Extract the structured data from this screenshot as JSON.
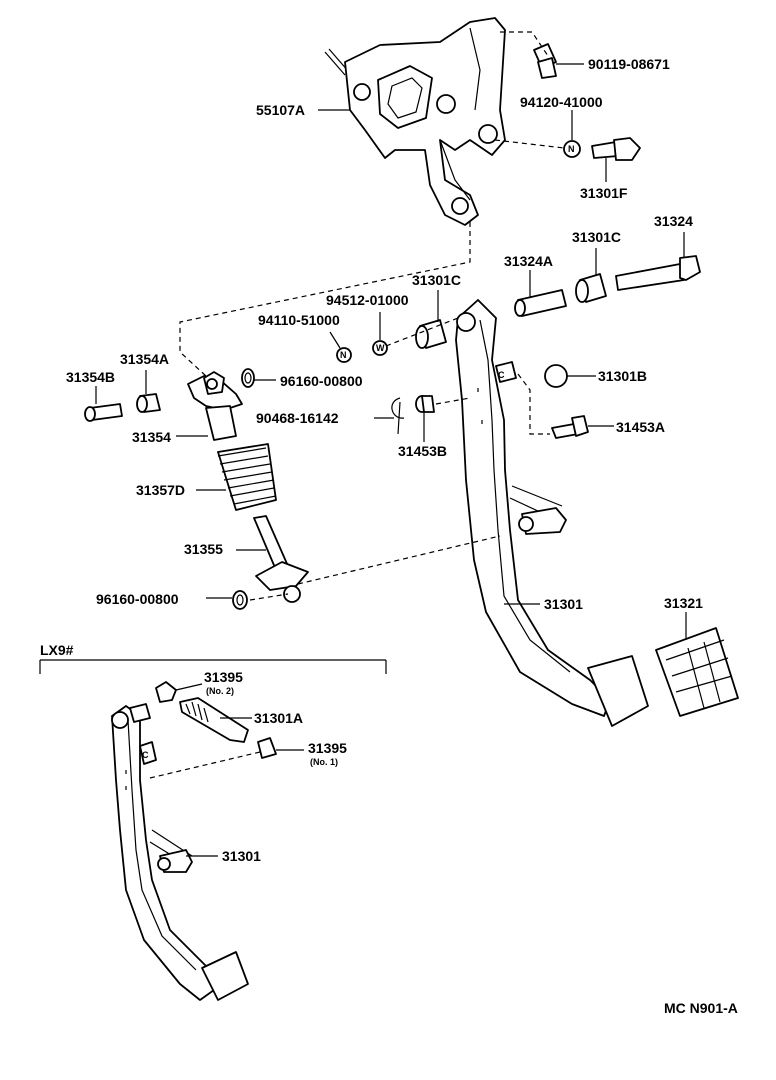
{
  "labels": {
    "p90119": "90119-08671",
    "p55107A": "55107A",
    "p94120": "94120-41000",
    "p31301F": "31301F",
    "p31324": "31324",
    "p31301C_a": "31301C",
    "p31324A": "31324A",
    "p31301C_b": "31301C",
    "p94512": "94512-01000",
    "p94110": "94110-51000",
    "p31354A": "31354A",
    "p31354B": "31354B",
    "p96160_a": "96160-00800",
    "p31301B": "31301B",
    "p90468": "90468-16142",
    "p31453A": "31453A",
    "p31354": "31354",
    "p31453B": "31453B",
    "p31357D": "31357D",
    "p31355": "31355",
    "p96160_b": "96160-00800",
    "p31301": "31301",
    "p31321": "31321",
    "lx9": "LX9#",
    "p31395_no2": "31395",
    "no2": "(No. 2)",
    "p31301A": "31301A",
    "p31395_no1": "31395",
    "no1": "(No. 1)",
    "p31301_lx": "31301",
    "code": "MC N901-A"
  }
}
